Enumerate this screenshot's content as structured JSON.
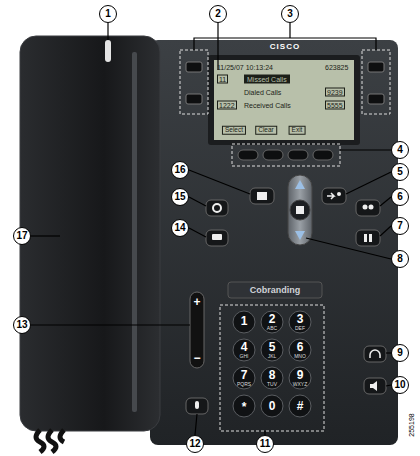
{
  "diagram": {
    "labels": [
      "1",
      "2",
      "3",
      "4",
      "5",
      "6",
      "7",
      "8",
      "9",
      "10",
      "11",
      "12",
      "13",
      "14",
      "15",
      "16",
      "17",
      "CISCO",
      "11/25/07 10:13:24",
      "623825",
      "11",
      "Missed Calls",
      "1222",
      "Dialed Calls",
      "9239",
      "Received Calls",
      "5555",
      "Select",
      "Clear",
      "Exit",
      "Cobranding",
      "+",
      "−",
      "1",
      "2",
      "ABC",
      "3",
      "DEF",
      "4",
      "GHI",
      "5",
      "JKL",
      "6",
      "MNO",
      "7",
      "PQRS",
      "8",
      "TUV",
      "9",
      "WXYZ",
      "*",
      "0",
      "#",
      "255198"
    ]
  }
}
